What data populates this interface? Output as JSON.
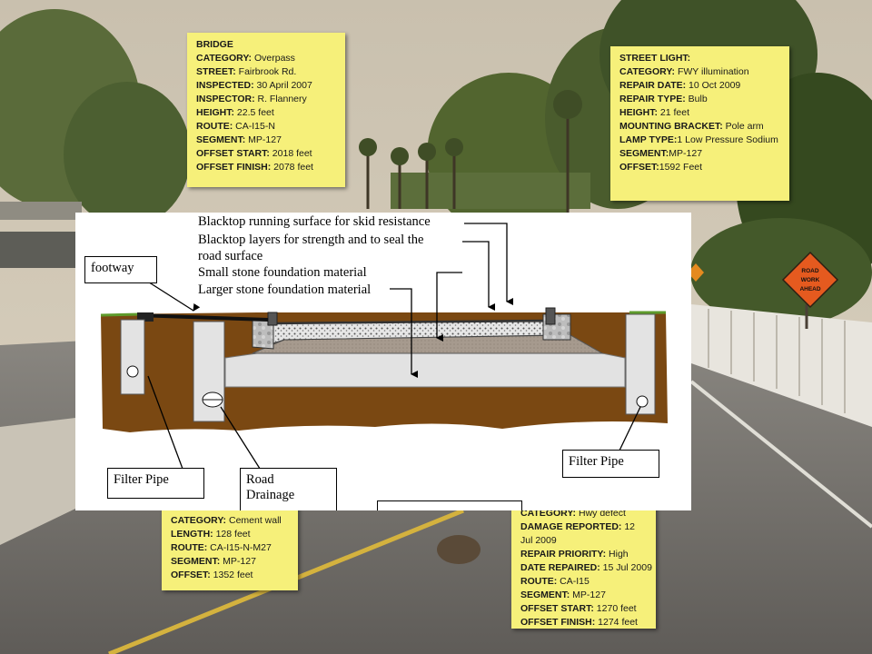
{
  "colors": {
    "note_bg": "#f6f07a",
    "soil": "#7a4812",
    "grass": "#5e9b2c"
  },
  "bridge_note": {
    "title": "BRIDGE",
    "rows": [
      {
        "k": "CATEGORY:",
        "v": " Overpass"
      },
      {
        "k": "STREET:",
        "v": " Fairbrook Rd."
      },
      {
        "k": "INSPECTED:",
        "v": " 30 April 2007"
      },
      {
        "k": "INSPECTOR:",
        "v": " R. Flannery"
      },
      {
        "k": "HEIGHT:",
        "v": " 22.5 feet"
      },
      {
        "k": "ROUTE:",
        "v": " CA-I15-N"
      },
      {
        "k": "SEGMENT:",
        "v": " MP-127"
      },
      {
        "k": "OFFSET START:",
        "v": " 2018 feet"
      },
      {
        "k": "OFFSET FINISH:",
        "v": " 2078 feet"
      }
    ]
  },
  "streetlight_note": {
    "title": "STREET LIGHT:",
    "rows": [
      {
        "k": "CATEGORY:",
        "v": " FWY illumination"
      },
      {
        "k": "REPAIR DATE:",
        "v": " 10 Oct 2009"
      },
      {
        "k": "REPAIR TYPE:",
        "v": " Bulb"
      },
      {
        "k": "HEIGHT:",
        "v": " 21 feet"
      },
      {
        "k": "MOUNTING BRACKET:",
        "v": " Pole arm"
      },
      {
        "k": "LAMP TYPE:",
        "v": "1 Low Pressure Sodium"
      },
      {
        "k": "SEGMENT:",
        "v": "MP-127"
      },
      {
        "k": "OFFSET:",
        "v": "1592 Feet"
      }
    ]
  },
  "barrier_note": {
    "rows": [
      {
        "k": "CATEGORY:",
        "v": " Cement wall"
      },
      {
        "k": "LENGTH:",
        "v": " 128 feet"
      },
      {
        "k": "ROUTE:",
        "v": " CA-I15-N-M27"
      },
      {
        "k": "SEGMENT:",
        "v": " MP-127"
      },
      {
        "k": "OFFSET:",
        "v": " 1352 feet"
      }
    ]
  },
  "pothole_note": {
    "rows": [
      {
        "k": "CATEGORY:",
        "v": " Hwy defect"
      },
      {
        "k": "DAMAGE REPORTED:",
        "v": " 12 Jul 2009"
      },
      {
        "k": "REPAIR PRIORITY:",
        "v": " High"
      },
      {
        "k": "DATE REPAIRED:",
        "v": " 15 Jul 2009"
      },
      {
        "k": "ROUTE:",
        "v": " CA-I15"
      },
      {
        "k": "SEGMENT:",
        "v": " MP-127"
      },
      {
        "k": "OFFSET START:",
        "v": " 1270 feet"
      },
      {
        "k": "OFFSET FINISH:",
        "v": " 1274 feet"
      }
    ]
  },
  "road_sign": {
    "line1": "ROAD",
    "line2": "WORK",
    "line3": "AHEAD"
  },
  "diagram": {
    "layer_labels": [
      "Blacktop running surface for skid resistance",
      "Blacktop layers for strength and to seal the",
      "road surface",
      "Small stone foundation material",
      "Larger stone foundation material"
    ],
    "footway": "footway",
    "filter_pipe_left": "Filter Pipe",
    "filter_pipe_right": "Filter Pipe",
    "road_drainage_line1": "Road",
    "road_drainage_line2": "Drainage"
  }
}
